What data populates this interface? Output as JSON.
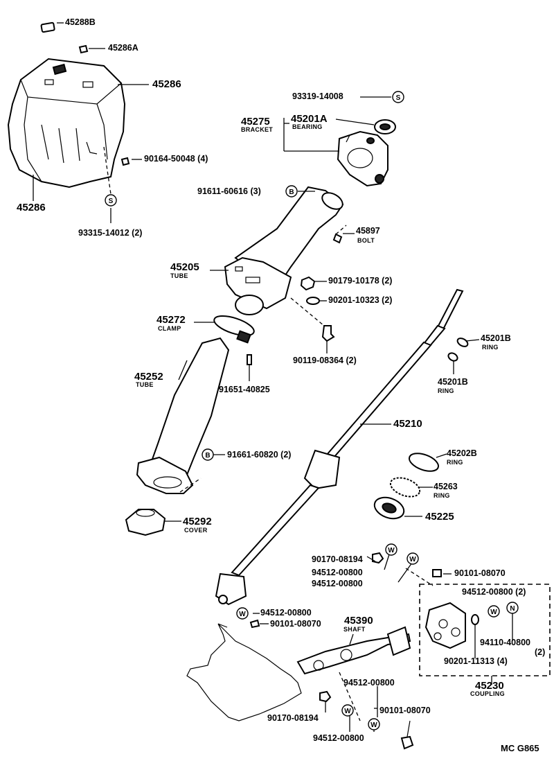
{
  "labels": {
    "p45288b": "45288B",
    "p45286a": "45286A",
    "p45286_top": "45286",
    "p45286_left": "45286",
    "p90164": "90164-50048 (4)",
    "p93315": "93315-14012 (2)",
    "p93319": "93319-14008",
    "p45275": "45275",
    "bracket": "BRACKET",
    "p45201a": "45201A",
    "bearing": "BEARING",
    "p91611": "91611-60616 (3)",
    "p45897": "45897",
    "bolt": "BOLT",
    "p45205": "45205",
    "tube1": "TUBE",
    "p90179": "90179-10178 (2)",
    "p90201_a": "90201-10323 (2)",
    "p45272": "45272",
    "clamp": "CLAMP",
    "p90119": "90119-08364 (2)",
    "p45201b": "45201B",
    "ring1": "RING",
    "p45201b2": "45201B",
    "ring2": "RING",
    "p45252": "45252",
    "tube2": "TUBE",
    "p91651": "91651-40825",
    "p45210": "45210",
    "p91661": "91661-60820 (2)",
    "p45202b": "45202B",
    "ring3": "RING",
    "p45263": "45263",
    "ring4": "RING",
    "p45225": "45225",
    "p45292": "45292",
    "cover": "COVER",
    "p90170_a": "90170-08194",
    "p94512_a": "94512-00800",
    "p94512_b": "94512-00800",
    "p90101_a": "90101-08070",
    "p94512_c": "94512-00800 (2)",
    "p94110": "94110-40800",
    "p94110_qty": "(2)",
    "p90201_b": "90201-11313 (4)",
    "p45230": "45230",
    "coupling": "COUPLING",
    "p94512_d": "94512-00800",
    "p90101_b": "90101-08070",
    "p45390": "45390",
    "shaft": "SHAFT",
    "p94512_e": "94512-00800",
    "p90101_c": "90101-08070",
    "p90170_b": "90170-08194",
    "p94512_f": "94512-00800",
    "code": "MC G865"
  },
  "symbols": {
    "s": "S",
    "b": "B",
    "w": "W",
    "n": "N"
  }
}
